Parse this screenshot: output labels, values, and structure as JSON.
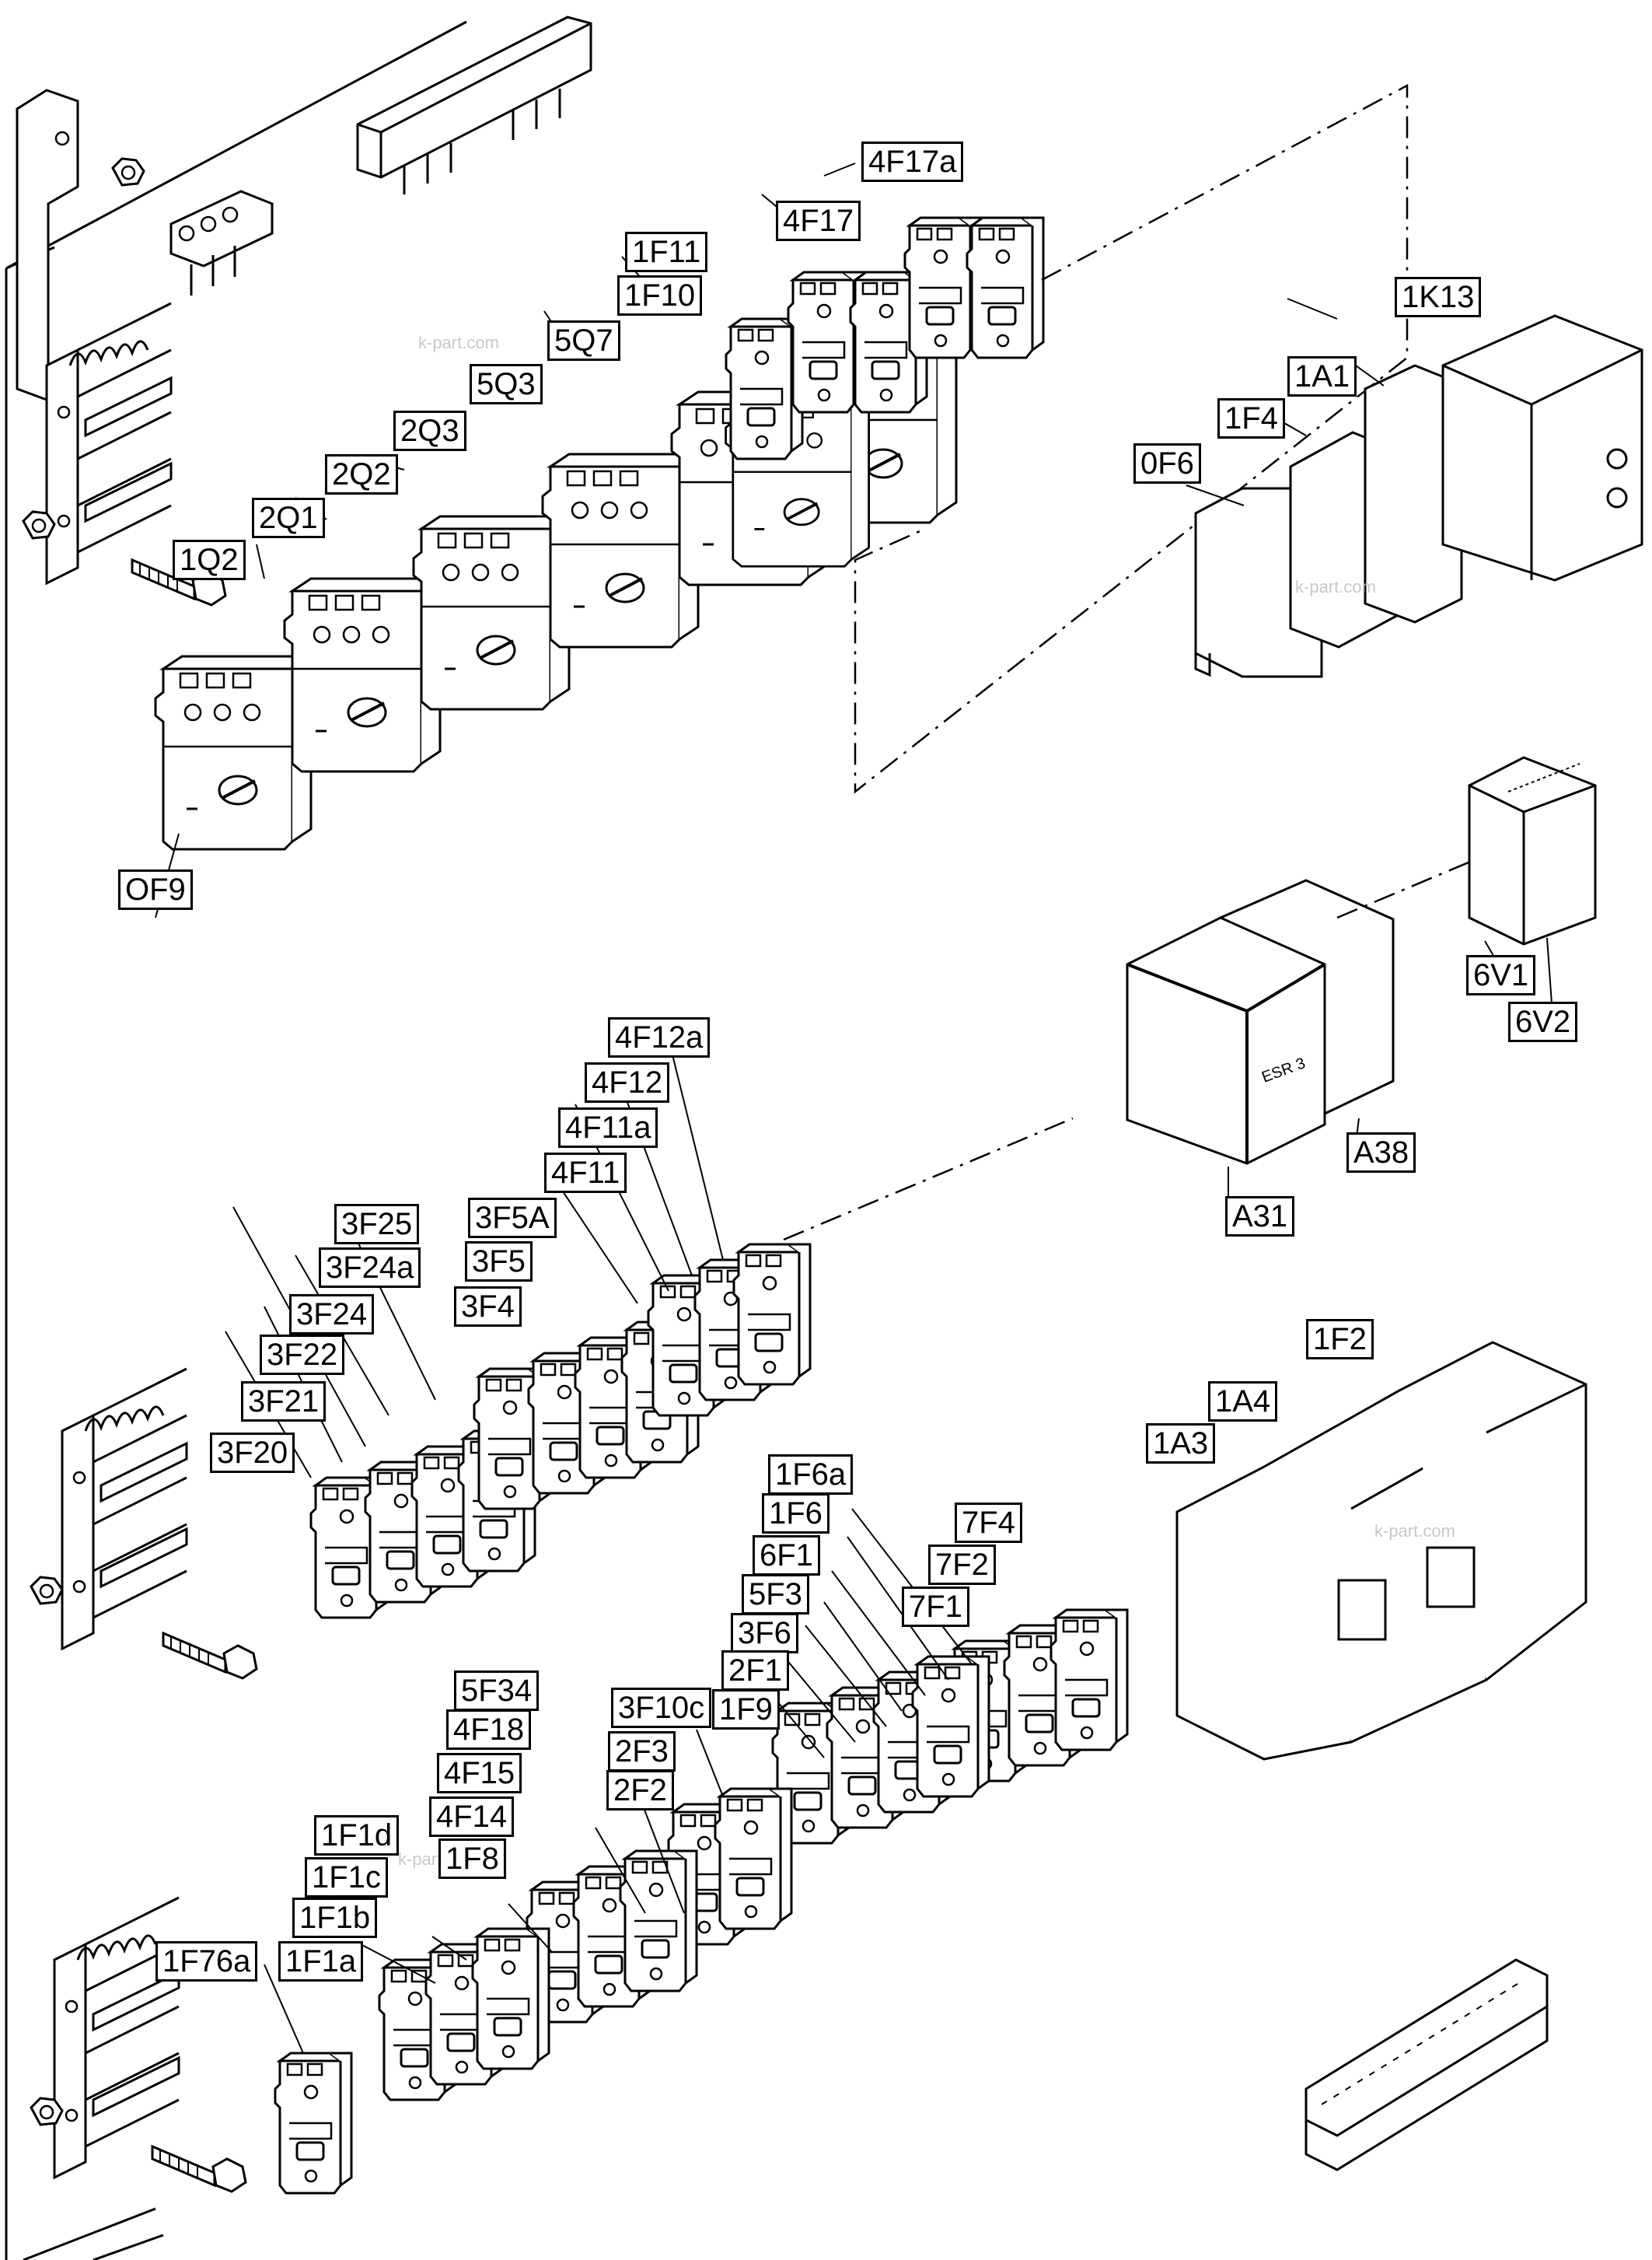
{
  "watermark": "k-part.com",
  "device_marking": "ESR 3",
  "labels": [
    {
      "id": "4F17a",
      "text": "4F17a"
    },
    {
      "id": "4F17",
      "text": "4F17"
    },
    {
      "id": "1F11",
      "text": "1F11"
    },
    {
      "id": "1F10",
      "text": "1F10"
    },
    {
      "id": "5Q7",
      "text": "5Q7"
    },
    {
      "id": "5Q3",
      "text": "5Q3"
    },
    {
      "id": "2Q3",
      "text": "2Q3"
    },
    {
      "id": "2Q2",
      "text": "2Q2"
    },
    {
      "id": "2Q1",
      "text": "2Q1"
    },
    {
      "id": "1Q2",
      "text": "1Q2"
    },
    {
      "id": "OF9",
      "text": "OF9"
    },
    {
      "id": "1K13",
      "text": "1K13"
    },
    {
      "id": "1A1",
      "text": "1A1"
    },
    {
      "id": "1F4",
      "text": "1F4"
    },
    {
      "id": "0F6",
      "text": "0F6"
    },
    {
      "id": "6V1",
      "text": "6V1"
    },
    {
      "id": "6V2",
      "text": "6V2"
    },
    {
      "id": "A38",
      "text": "A38"
    },
    {
      "id": "A31",
      "text": "A31"
    },
    {
      "id": "4F12a",
      "text": "4F12a"
    },
    {
      "id": "4F12",
      "text": "4F12"
    },
    {
      "id": "4F11a",
      "text": "4F11a"
    },
    {
      "id": "4F11",
      "text": "4F11"
    },
    {
      "id": "3F25",
      "text": "3F25"
    },
    {
      "id": "3F5A",
      "text": "3F5A"
    },
    {
      "id": "3F5",
      "text": "3F5"
    },
    {
      "id": "3F24a",
      "text": "3F24a"
    },
    {
      "id": "3F4",
      "text": "3F4"
    },
    {
      "id": "3F24",
      "text": "3F24"
    },
    {
      "id": "3F22",
      "text": "3F22"
    },
    {
      "id": "3F21",
      "text": "3F21"
    },
    {
      "id": "3F20",
      "text": "3F20"
    },
    {
      "id": "1F2",
      "text": "1F2"
    },
    {
      "id": "1A4",
      "text": "1A4"
    },
    {
      "id": "1A3",
      "text": "1A3"
    },
    {
      "id": "1F6a",
      "text": "1F6a"
    },
    {
      "id": "1F6",
      "text": "1F6"
    },
    {
      "id": "7F4",
      "text": "7F4"
    },
    {
      "id": "6F1",
      "text": "6F1"
    },
    {
      "id": "7F2",
      "text": "7F2"
    },
    {
      "id": "5F3",
      "text": "5F3"
    },
    {
      "id": "7F1",
      "text": "7F1"
    },
    {
      "id": "3F6",
      "text": "3F6"
    },
    {
      "id": "2F1",
      "text": "2F1"
    },
    {
      "id": "3F10c",
      "text": "3F10c"
    },
    {
      "id": "1F9",
      "text": "1F9"
    },
    {
      "id": "5F34",
      "text": "5F34"
    },
    {
      "id": "2F3",
      "text": "2F3"
    },
    {
      "id": "4F18",
      "text": "4F18"
    },
    {
      "id": "2F2",
      "text": "2F2"
    },
    {
      "id": "4F15",
      "text": "4F15"
    },
    {
      "id": "4F14",
      "text": "4F14"
    },
    {
      "id": "1F1d",
      "text": "1F1d"
    },
    {
      "id": "1F8",
      "text": "1F8"
    },
    {
      "id": "1F1c",
      "text": "1F1c"
    },
    {
      "id": "1F1b",
      "text": "1F1b"
    },
    {
      "id": "1F76a",
      "text": "1F76a"
    },
    {
      "id": "1F1a",
      "text": "1F1a"
    }
  ]
}
